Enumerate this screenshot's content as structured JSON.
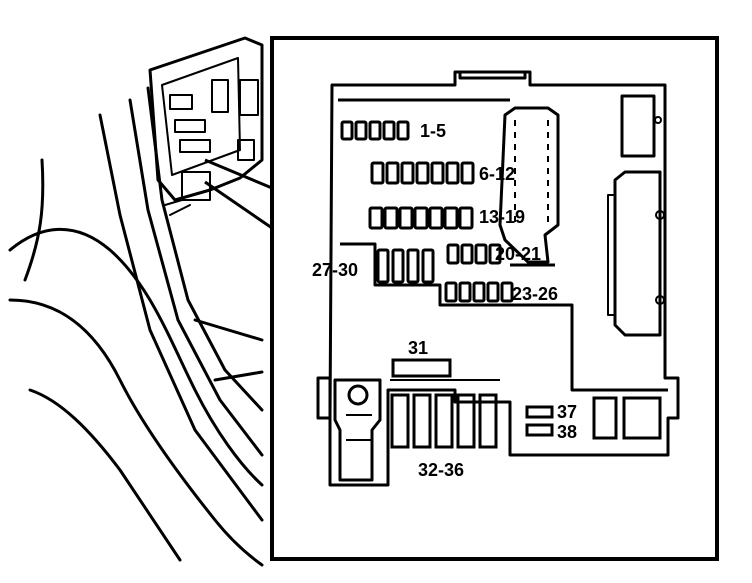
{
  "diagram": {
    "fuse_groups": [
      {
        "id": "g1",
        "label": "1-5"
      },
      {
        "id": "g2",
        "label": "6-12"
      },
      {
        "id": "g3",
        "label": "13-19"
      },
      {
        "id": "g4",
        "label": "20-21"
      },
      {
        "id": "g5",
        "label": "27-30"
      },
      {
        "id": "g6",
        "label": "23-26"
      },
      {
        "id": "g7",
        "label": "31"
      },
      {
        "id": "g8",
        "label": "32-36"
      },
      {
        "id": "g9",
        "label": "37"
      },
      {
        "id": "g10",
        "label": "38"
      }
    ]
  }
}
